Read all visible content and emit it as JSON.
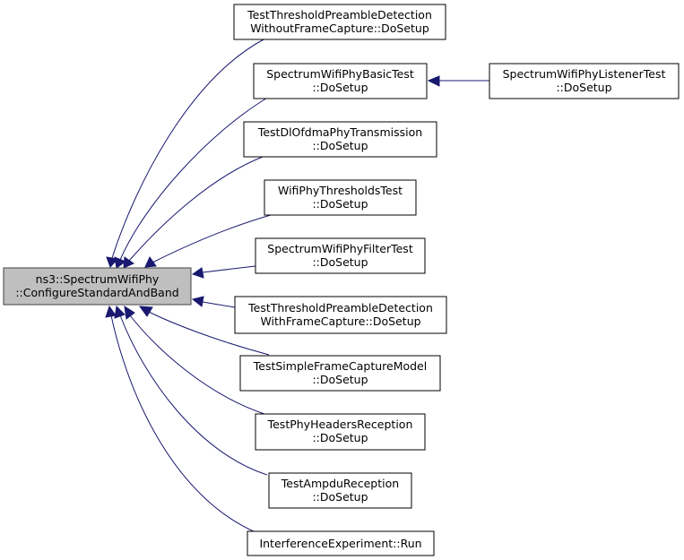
{
  "diagram": {
    "root": {
      "line1": "ns3::SpectrumWifiPhy",
      "line2": "::ConfigureStandardAndBand"
    },
    "callers": [
      {
        "id": "n1",
        "line1": "TestThresholdPreambleDetection",
        "line2": "WithoutFrameCapture::DoSetup"
      },
      {
        "id": "n2",
        "line1": "SpectrumWifiPhyBasicTest",
        "line2": "::DoSetup"
      },
      {
        "id": "n3",
        "line1": "TestDlOfdmaPhyTransmission",
        "line2": "::DoSetup"
      },
      {
        "id": "n4",
        "line1": "WifiPhyThresholdsTest",
        "line2": "::DoSetup"
      },
      {
        "id": "n5",
        "line1": "SpectrumWifiPhyFilterTest",
        "line2": "::DoSetup"
      },
      {
        "id": "n6",
        "line1": "TestThresholdPreambleDetection",
        "line2": "WithFrameCapture::DoSetup"
      },
      {
        "id": "n7",
        "line1": "TestSimpleFrameCaptureModel",
        "line2": "::DoSetup"
      },
      {
        "id": "n8",
        "line1": "TestPhyHeadersReception",
        "line2": "::DoSetup"
      },
      {
        "id": "n9",
        "line1": "TestAmpduReception",
        "line2": "::DoSetup"
      },
      {
        "id": "n10",
        "line1": "InterferenceExperiment::Run",
        "line2": ""
      }
    ],
    "second_level": [
      {
        "id": "n11",
        "line1": "SpectrumWifiPhyListenerTest",
        "line2": "::DoSetup",
        "calls": "n2"
      }
    ],
    "colors": {
      "edge": "#191970",
      "root_fill": "#bfbfbf",
      "node_fill": "#ffffff"
    }
  }
}
